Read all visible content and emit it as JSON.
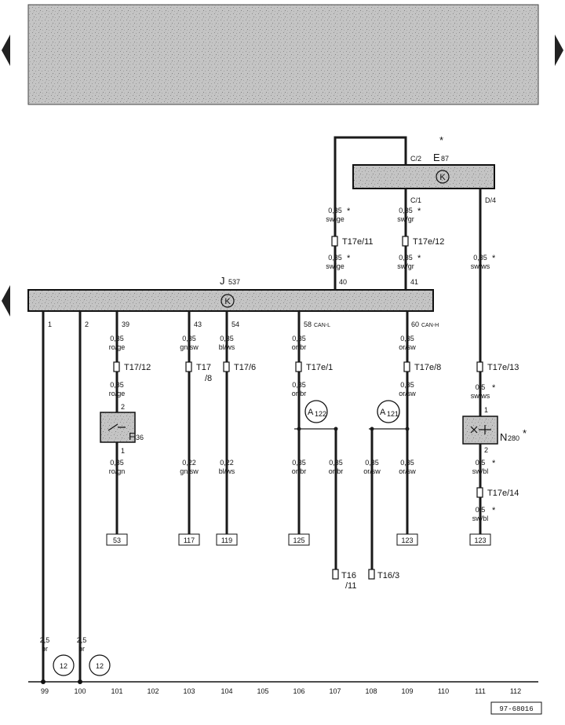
{
  "components": {
    "j537": {
      "letter": "J",
      "number": "537",
      "symbol": "K"
    },
    "e87": {
      "letter": "E",
      "number": "87",
      "symbol": "K",
      "marker": "*"
    },
    "f36": {
      "letter": "F",
      "number": "36"
    },
    "n280": {
      "letter": "N",
      "number": "280",
      "marker": "*"
    },
    "a122": {
      "letter": "A",
      "number": "122"
    },
    "a121": {
      "letter": "A",
      "number": "121"
    }
  },
  "pins": {
    "e87_c2": "C/2",
    "e87_c1": "C/1",
    "e87_d4": "D/4",
    "j_40": "40",
    "j_41": "41",
    "j_1": "1",
    "j_2": "2",
    "j_39": "39",
    "j_43": "43",
    "j_54": "54",
    "j_58": "58",
    "j_58_sig": "CAN-L",
    "j_60": "60",
    "j_60_sig": "CAN-H",
    "f36_top": "2",
    "f36_bot": "1",
    "n280_top": "1",
    "n280_bot": "2"
  },
  "wires": {
    "w_e87_left": {
      "size": "0,35",
      "color": "sw/ge",
      "marker": "*"
    },
    "w_e87_mid": {
      "size": "0,35",
      "color": "sw/gr",
      "marker": "*"
    },
    "w_j40": {
      "size": "0,35",
      "color": "sw/ge",
      "marker": "*"
    },
    "w_j41": {
      "size": "0,35",
      "color": "sw/gr",
      "marker": "*"
    },
    "w_d4": {
      "size": "0,35",
      "color": "sw/ws",
      "marker": "*"
    },
    "w_39": {
      "size": "0,35",
      "color": "ro/ge"
    },
    "w_39b": {
      "size": "0,35",
      "color": "ro/ge"
    },
    "w_f36_out": {
      "size": "0,35",
      "color": "ro/gn"
    },
    "w_43": {
      "size": "0,35",
      "color": "gn/sw"
    },
    "w_43b": {
      "size": "0,22",
      "color": "gn/sw"
    },
    "w_54": {
      "size": "0,35",
      "color": "bl/ws"
    },
    "w_54b": {
      "size": "0,22",
      "color": "bl/ws"
    },
    "w_58": {
      "size": "0,35",
      "color": "or/br"
    },
    "w_58b": {
      "size": "0,35",
      "color": "or/br"
    },
    "w_58c": {
      "size": "0,35",
      "color": "or/br"
    },
    "w_58d": {
      "size": "0,35",
      "color": "or/br"
    },
    "w_60": {
      "size": "0,35",
      "color": "or/sw"
    },
    "w_60b": {
      "size": "0,35",
      "color": "or/sw"
    },
    "w_60c": {
      "size": "0,35",
      "color": "or/sw"
    },
    "w_60d": {
      "size": "0,35",
      "color": "or/sw"
    },
    "w_n280_in": {
      "size": "0,5",
      "color": "sw/ws",
      "marker": "*"
    },
    "w_n280_out": {
      "size": "0,5",
      "color": "sw/bl",
      "marker": "*"
    },
    "w_n280_end": {
      "size": "0,5",
      "color": "sw/bl",
      "marker": "*"
    },
    "w_1": {
      "size": "2,5",
      "color": "br"
    },
    "w_2": {
      "size": "2,5",
      "color": "br"
    }
  },
  "connectors": {
    "t17e11": "T17e/11",
    "t17e12": "T17e/12",
    "t17_12": "T17/12",
    "t17_8_a": "T17",
    "t17_8_b": "/8",
    "t17_6": "T17/6",
    "t17e1": "T17e/1",
    "t17e8": "T17e/8",
    "t17e13": "T17e/13",
    "t17e14": "T17e/14",
    "t16_11_a": "T16",
    "t16_11_b": "/11",
    "t16_3": "T16/3"
  },
  "references": [
    "53",
    "117",
    "119",
    "125",
    "123",
    "123"
  ],
  "earth_points": [
    "12",
    "12"
  ],
  "tracks": [
    "99",
    "100",
    "101",
    "102",
    "103",
    "104",
    "105",
    "106",
    "107",
    "108",
    "109",
    "110",
    "111",
    "112"
  ],
  "figure_code": "97-68016",
  "colors": {
    "wire": "#1a1a1a",
    "component_fill": "#cfcfcf",
    "header_fill": "#bdbdbd"
  }
}
